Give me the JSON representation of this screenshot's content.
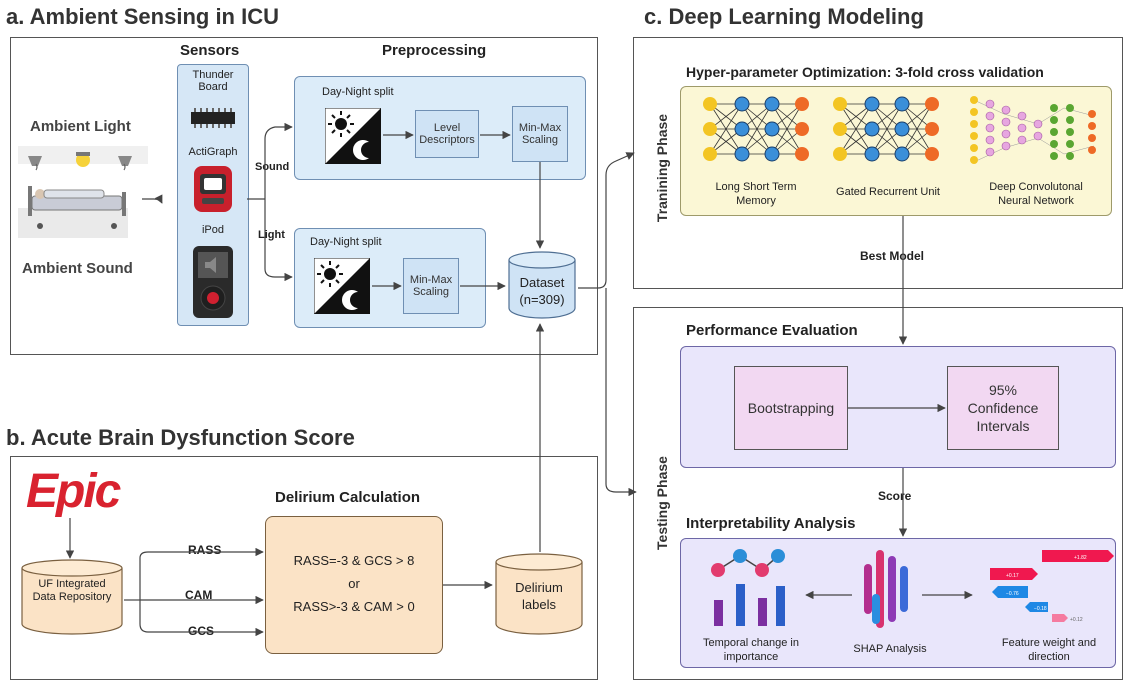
{
  "panel_a": {
    "title": "a. Ambient Sensing in ICU",
    "sensors_heading": "Sensors",
    "preprocessing_heading": "Preprocessing",
    "ambient_light": "Ambient Light",
    "ambient_sound": "Ambient Sound",
    "sensor_thunderboard": "Thunder Board",
    "sensor_actigraph": "ActiGraph",
    "sensor_ipod": "iPod",
    "sound_label": "Sound",
    "light_label": "Light",
    "sound_day_night": "Day-Night split",
    "sound_level_descriptors": "Level Descriptors",
    "sound_minmax": "Min-Max Scaling",
    "light_day_night": "Day-Night split",
    "light_minmax": "Min-Max Scaling",
    "dataset_line1": "Dataset",
    "dataset_line2": "(n=309)"
  },
  "panel_b": {
    "title": "b. Acute Brain Dysfunction Score",
    "logo_text": "Epic",
    "repository": "UF Integrated Data Repository",
    "delirium_heading": "Delirium Calculation",
    "rass": "RASS",
    "cam": "CAM",
    "gcs": "GCS",
    "rule1": "RASS=-3 & GCS > 8",
    "rule_or": "or",
    "rule2": "RASS>-3 & CAM > 0",
    "labels_line1": "Delirium",
    "labels_line2": "labels"
  },
  "panel_c": {
    "title": "c. Deep Learning Modeling",
    "training_phase": "Tranining Phase",
    "testing_phase": "Testing Phase",
    "hyper_heading": "Hyper-parameter Optimization: 3-fold cross validation",
    "lstm": "Long Short Term Memory",
    "gru": "Gated Recurrent Unit",
    "dcnn": "Deep Convolutonal Neural Network",
    "best_model": "Best Model",
    "perf_heading": "Performance Evaluation",
    "bootstrapping": "Bootstrapping",
    "ci": "95% Confidence Intervals",
    "score": "Score",
    "interp_heading": "Interpretability Analysis",
    "temporal": "Temporal change in importance",
    "shap": "SHAP Analysis",
    "feature": "Feature weight and direction",
    "shap_values": [
      "+1.82",
      "+0.17",
      "−0.76",
      "−0.18",
      "+0.12"
    ]
  },
  "colors": {
    "blue_fill": "#dcecf9",
    "yellow_fill": "#fbf7d5",
    "lavender_fill": "#e9e6fb",
    "peach_fill": "#fbe3c6",
    "epic_red": "#d9222f"
  }
}
